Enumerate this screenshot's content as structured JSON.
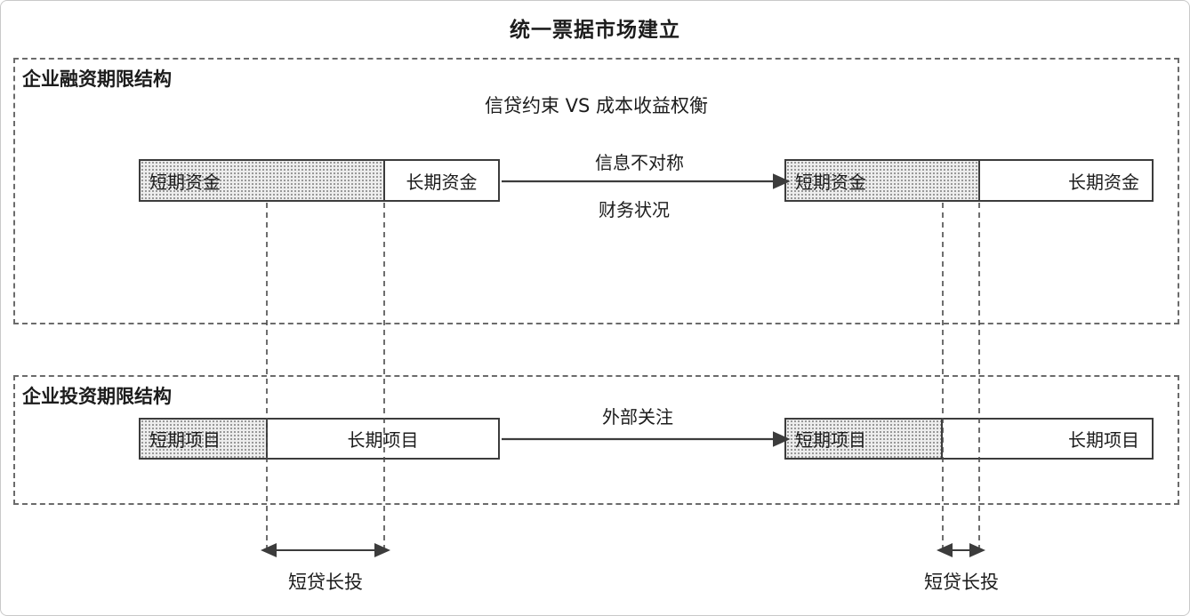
{
  "title": "统一票据市场建立",
  "financing_panel": {
    "label": "企业融资期限结构",
    "subtitle": "信贷约束 VS 成本收益权衡",
    "left_bar": {
      "short_label": "短期资金",
      "long_label": "长期资金"
    },
    "right_bar": {
      "short_label": "短期资金",
      "long_label": "长期资金"
    },
    "arrow_labels": {
      "top": "信息不对称",
      "bottom": "财务状况"
    }
  },
  "investment_panel": {
    "label": "企业投资期限结构",
    "left_bar": {
      "short_label": "短期项目",
      "long_label": "长期项目"
    },
    "right_bar": {
      "short_label": "短期项目",
      "long_label": "长期项目"
    },
    "arrow_label": "外部关注"
  },
  "mismatch": {
    "left_label": "短贷长投",
    "right_label": "短贷长投"
  },
  "colors": {
    "line": "#3c3c3c",
    "dashed_guide": "#4a4a4a",
    "hatch_dot": "#8f8f8f",
    "hatch_bg": "#ededed",
    "box_dash": "#6b6b6b"
  }
}
